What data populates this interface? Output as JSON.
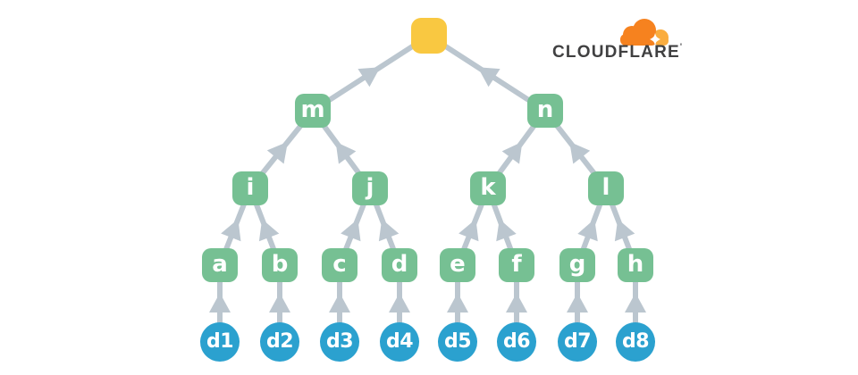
{
  "logo": {
    "text": "CLOUDFLARE",
    "trademark": "'",
    "colors": {
      "cloud_orange": "#F6821F",
      "cloud_light_orange": "#FAAD3F",
      "sparkle": "#FFFFFF",
      "text": "#404041"
    }
  },
  "diagram": {
    "type": "merkle-hash-tree",
    "colors": {
      "root_fill": "#F9C841",
      "branch_fill": "#76C093",
      "leaf_fill": "#2BA1CF",
      "edge": "#BBC6CF",
      "node_text": "#FFFFFF"
    },
    "nodes": {
      "root": {
        "label": "",
        "role": "root-hash"
      },
      "m": {
        "label": "m",
        "role": "branch"
      },
      "n": {
        "label": "n",
        "role": "branch"
      },
      "i": {
        "label": "i",
        "role": "branch"
      },
      "j": {
        "label": "j",
        "role": "branch"
      },
      "k": {
        "label": "k",
        "role": "branch"
      },
      "l": {
        "label": "l",
        "role": "branch"
      },
      "a": {
        "label": "a",
        "role": "branch"
      },
      "b": {
        "label": "b",
        "role": "branch"
      },
      "c": {
        "label": "c",
        "role": "branch"
      },
      "d": {
        "label": "d",
        "role": "branch"
      },
      "e": {
        "label": "e",
        "role": "branch"
      },
      "f": {
        "label": "f",
        "role": "branch"
      },
      "g": {
        "label": "g",
        "role": "branch"
      },
      "h": {
        "label": "h",
        "role": "branch"
      },
      "d1": {
        "label": "d1",
        "role": "data-leaf"
      },
      "d2": {
        "label": "d2",
        "role": "data-leaf"
      },
      "d3": {
        "label": "d3",
        "role": "data-leaf"
      },
      "d4": {
        "label": "d4",
        "role": "data-leaf"
      },
      "d5": {
        "label": "d5",
        "role": "data-leaf"
      },
      "d6": {
        "label": "d6",
        "role": "data-leaf"
      },
      "d7": {
        "label": "d7",
        "role": "data-leaf"
      },
      "d8": {
        "label": "d8",
        "role": "data-leaf"
      }
    },
    "edges": [
      [
        "m",
        "root"
      ],
      [
        "n",
        "root"
      ],
      [
        "i",
        "m"
      ],
      [
        "j",
        "m"
      ],
      [
        "k",
        "n"
      ],
      [
        "l",
        "n"
      ],
      [
        "a",
        "i"
      ],
      [
        "b",
        "i"
      ],
      [
        "c",
        "j"
      ],
      [
        "d",
        "j"
      ],
      [
        "e",
        "k"
      ],
      [
        "f",
        "k"
      ],
      [
        "g",
        "l"
      ],
      [
        "h",
        "l"
      ],
      [
        "d1",
        "a"
      ],
      [
        "d2",
        "b"
      ],
      [
        "d3",
        "c"
      ],
      [
        "d4",
        "d"
      ],
      [
        "d5",
        "e"
      ],
      [
        "d6",
        "f"
      ],
      [
        "d7",
        "g"
      ],
      [
        "d8",
        "h"
      ]
    ]
  }
}
